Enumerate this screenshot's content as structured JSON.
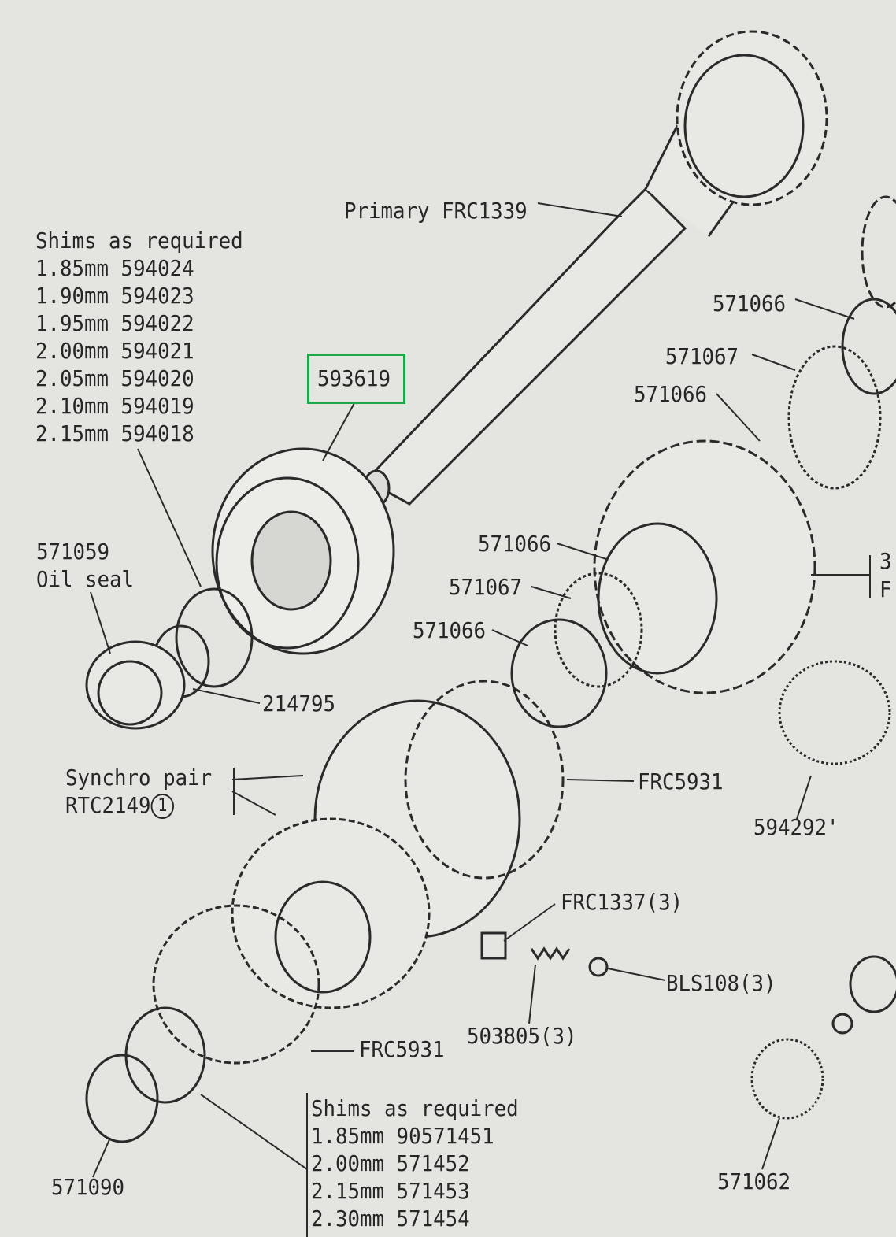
{
  "highlight_color": "#1fa84b",
  "labels": {
    "primary": "Primary FRC1339",
    "highlighted": "593619",
    "r571066_a": "571066",
    "r571067_a": "571067",
    "r571066_b": "571066",
    "r571066_c": "571066",
    "r571067_b": "571067",
    "r571066_d": "571066",
    "oil_seal_no": "571059",
    "oil_seal": "Oil seal",
    "circlip": "214795",
    "synchro_1": "Synchro pair",
    "synchro_2": "RTC2149",
    "synchro_note": "1",
    "frc5931_a": "FRC5931",
    "b594292": "594292'",
    "frc1337": "FRC1337(3)",
    "bls108": "BLS108(3)",
    "spring": "503805(3)",
    "frc5931_b": "FRC5931",
    "ring571090": "571090",
    "b571062": "571062",
    "edge_3": "3",
    "edge_f": "F"
  },
  "shims_upper": {
    "title": "Shims as required",
    "rows": [
      "1.85mm 594024",
      "1.90mm 594023",
      "1.95mm 594022",
      "2.00mm 594021",
      "2.05mm 594020",
      "2.10mm 594019",
      "2.15mm 594018"
    ]
  },
  "shims_lower": {
    "title": "Shims as required",
    "rows": [
      "1.85mm 90571451",
      "2.00mm 571452",
      "2.15mm 571453",
      "2.30mm 571454"
    ]
  }
}
